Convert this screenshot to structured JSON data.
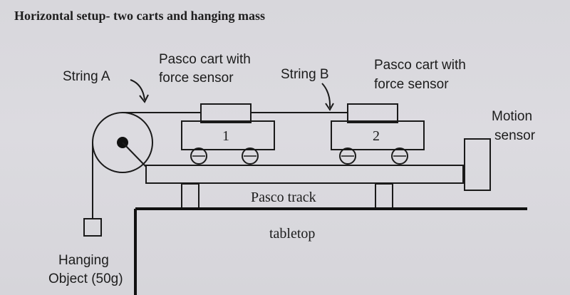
{
  "heading": "Horizontal setup- two carts and hanging mass",
  "labels": {
    "string_a": "String A",
    "string_b": "String B",
    "cart1_label_line1": "Pasco cart with",
    "cart1_label_line2": "force sensor",
    "cart2_label_line1": "Pasco cart with",
    "cart2_label_line2": "force sensor",
    "motion_sensor_line1": "Motion",
    "motion_sensor_line2": "sensor",
    "pasco_track": "Pasco track",
    "tabletop": "tabletop",
    "hanging_object_line1": "Hanging",
    "hanging_object_line2": "Object (50g)",
    "cart1_number": "1",
    "cart2_number": "2"
  }
}
